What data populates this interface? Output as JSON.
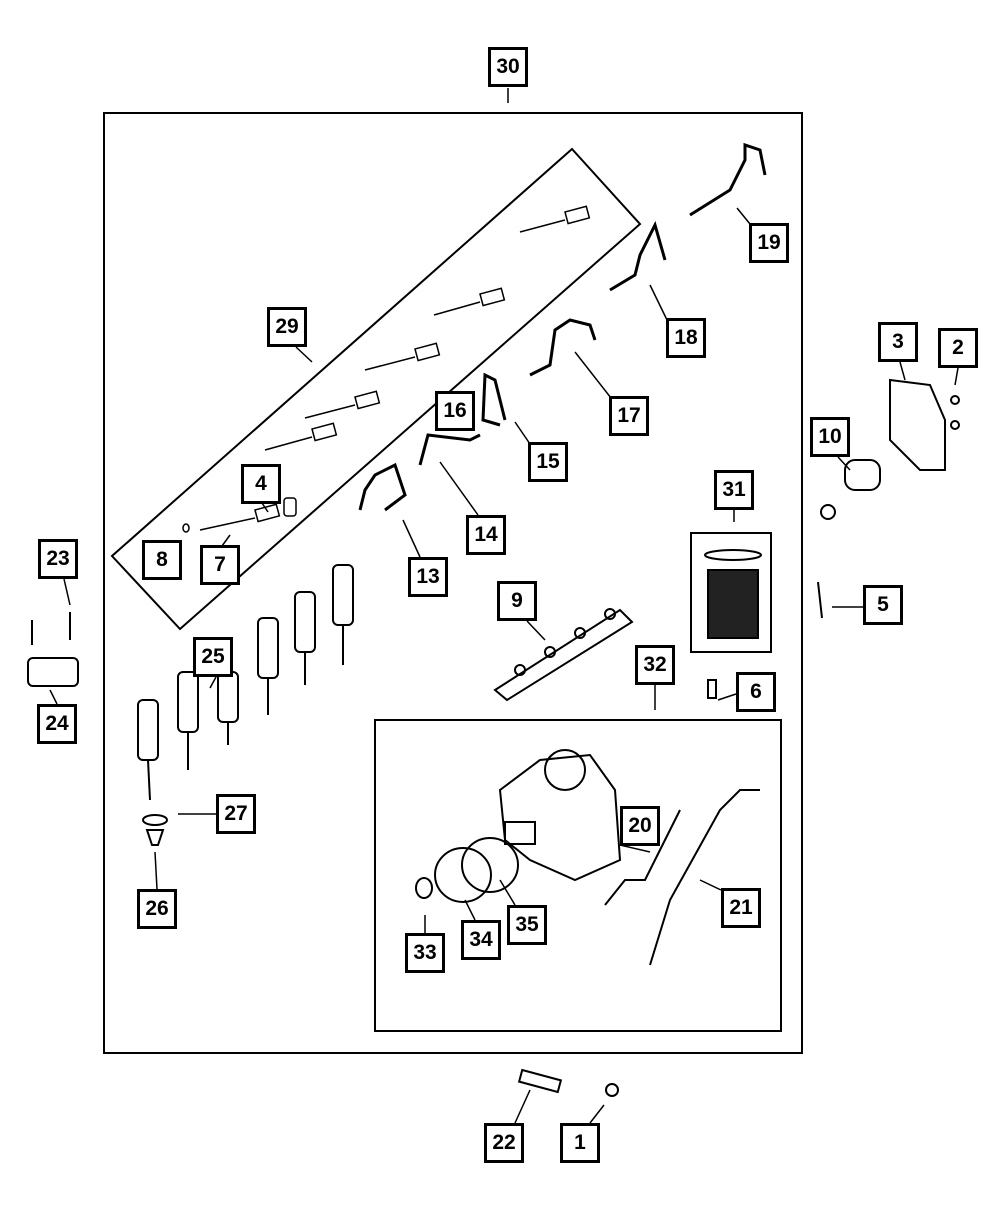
{
  "diagram": {
    "type": "exploded-parts-diagram",
    "line_color": "#000000",
    "background": "#ffffff",
    "callouts": [
      {
        "label": "30"
      },
      {
        "label": "19"
      },
      {
        "label": "29"
      },
      {
        "label": "18"
      },
      {
        "label": "3"
      },
      {
        "label": "2"
      },
      {
        "label": "17"
      },
      {
        "label": "16"
      },
      {
        "label": "10"
      },
      {
        "label": "15"
      },
      {
        "label": "31"
      },
      {
        "label": "4"
      },
      {
        "label": "14"
      },
      {
        "label": "8"
      },
      {
        "label": "7"
      },
      {
        "label": "13"
      },
      {
        "label": "23"
      },
      {
        "label": "5"
      },
      {
        "label": "9"
      },
      {
        "label": "32"
      },
      {
        "label": "25"
      },
      {
        "label": "6"
      },
      {
        "label": "24"
      },
      {
        "label": "27"
      },
      {
        "label": "20"
      },
      {
        "label": "26"
      },
      {
        "label": "21"
      },
      {
        "label": "35"
      },
      {
        "label": "33"
      },
      {
        "label": "34"
      },
      {
        "label": "22"
      },
      {
        "label": "1"
      }
    ]
  }
}
